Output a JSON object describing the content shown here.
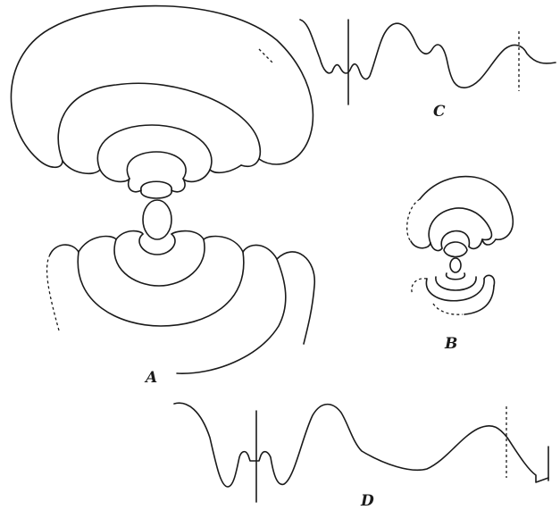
{
  "figure": {
    "labels": {
      "a": "A",
      "b": "B",
      "c": "C",
      "d": "D"
    }
  }
}
